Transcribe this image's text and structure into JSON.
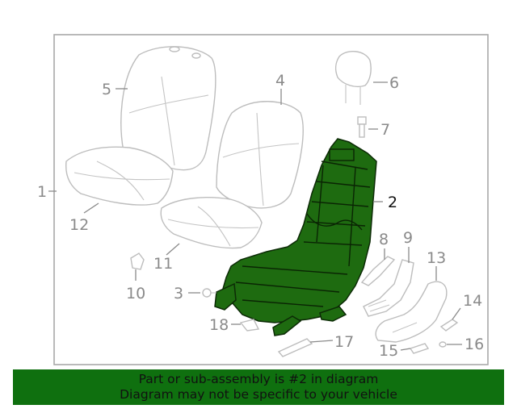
{
  "callouts": {
    "c1": "1",
    "c2": "2",
    "c3": "3",
    "c4": "4",
    "c5": "5",
    "c6": "6",
    "c7": "7",
    "c8": "8",
    "c9": "9",
    "c10": "10",
    "c11": "11",
    "c12": "12",
    "c13": "13",
    "c14": "14",
    "c15": "15",
    "c16": "16",
    "c17": "17",
    "c18": "18"
  },
  "highlighted_part": "2",
  "colors": {
    "highlight": "#1e6b10",
    "banner": "#0f700f",
    "frame": "#a8a8a8"
  },
  "banner": {
    "line1": "Part or sub-assembly is #2 in diagram",
    "line2": "Diagram may not be specific to your vehicle"
  }
}
